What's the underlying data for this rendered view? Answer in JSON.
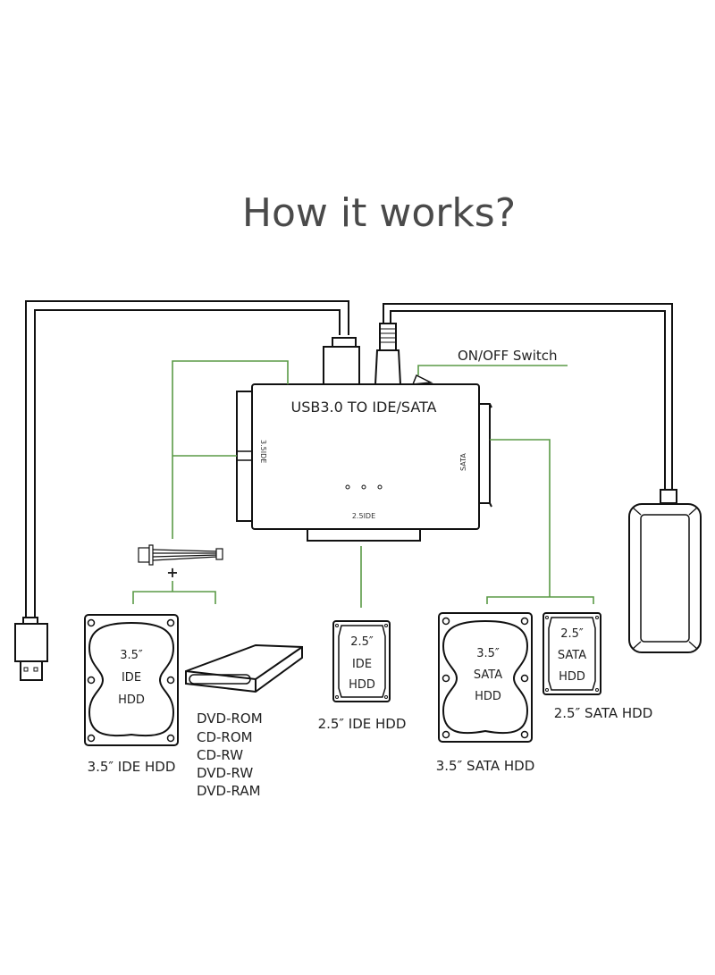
{
  "title": "How it works?",
  "adapter": {
    "label": "USB3.0 TO IDE/SATA",
    "port_left": "3.5IDE",
    "port_bottom": "2.5IDE",
    "port_right": "SATA",
    "switch_label": "ON/OFF Switch"
  },
  "power_cable": {
    "plus_symbol": "+"
  },
  "devices": {
    "ide35": {
      "inner": [
        "3.5″",
        "IDE",
        "HDD"
      ],
      "caption": "3.5″  IDE HDD"
    },
    "optical": {
      "captions": [
        "DVD-ROM",
        "CD-ROM",
        "CD-RW",
        "DVD-RW",
        "DVD-RAM"
      ]
    },
    "ide25": {
      "inner": [
        "2.5″",
        "IDE",
        "HDD"
      ],
      "caption": "2.5″  IDE HDD"
    },
    "sata35": {
      "inner": [
        "3.5″",
        "SATA",
        "HDD"
      ],
      "caption": "3.5″  SATA HDD"
    },
    "sata25": {
      "inner": [
        "2.5″",
        "SATA",
        "HDD"
      ],
      "caption": "2.5″  SATA HDD"
    }
  },
  "colors": {
    "connector_green": "#5a9a46",
    "outline": "#111111",
    "title_gray": "#4a4a4a"
  }
}
